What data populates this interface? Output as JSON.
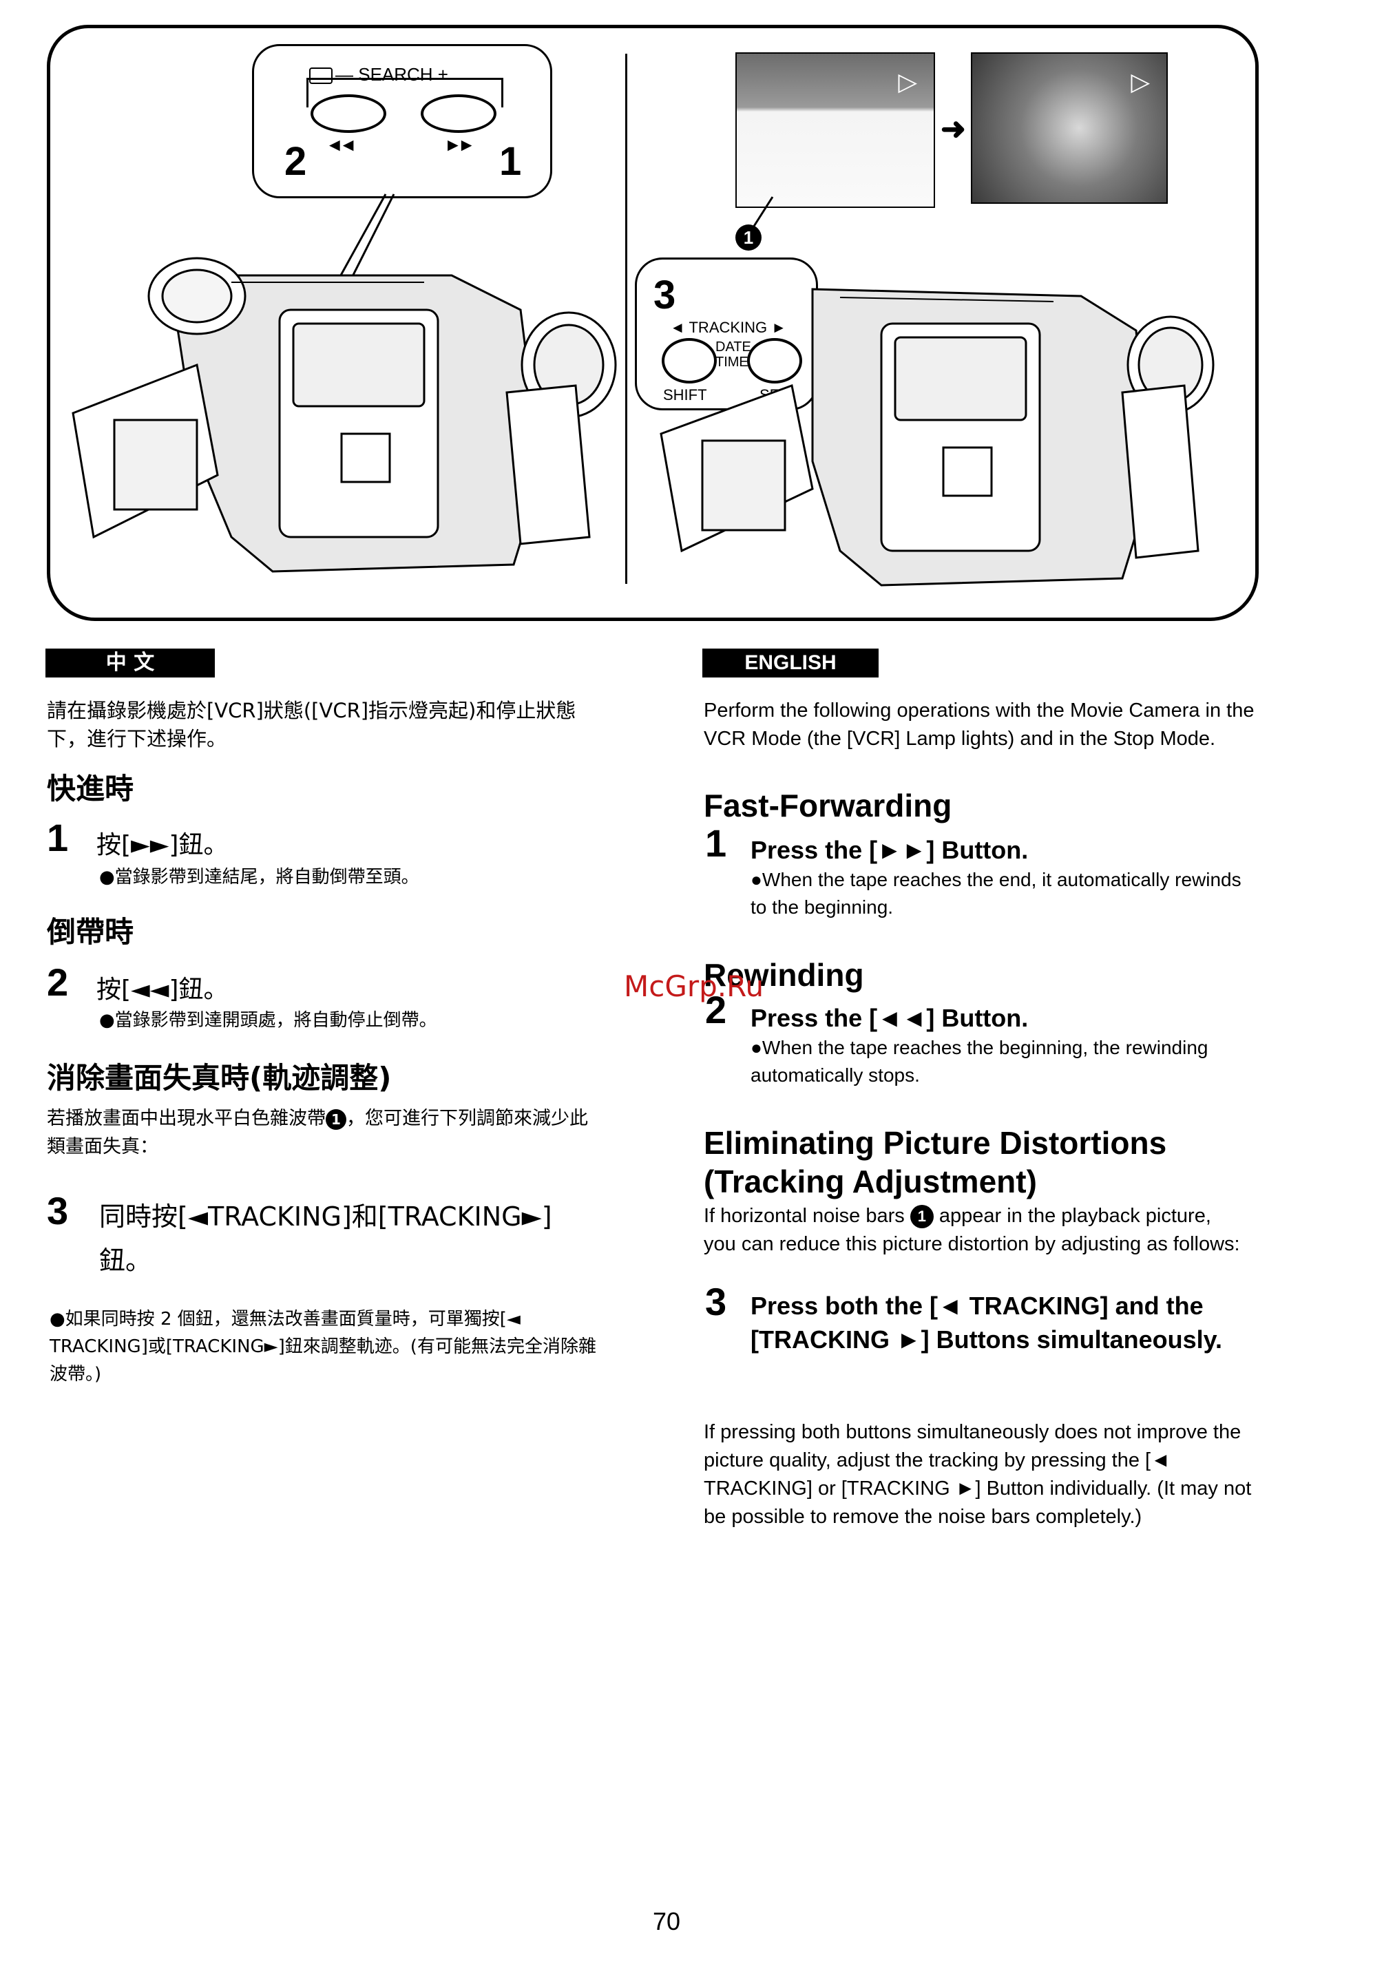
{
  "figure": {
    "left_callout": {
      "search_label": "— SEARCH +",
      "step_left": "2",
      "step_right": "1",
      "arrow_left": "◄◄",
      "arrow_right": "►►"
    },
    "right_callout": {
      "step": "3",
      "tracking_label": "◄ TRACKING ►",
      "date_time": "DATE\nTIME",
      "shift": "SHIFT",
      "set": "SET"
    },
    "marker": "1",
    "play_icon": "▷"
  },
  "chinese": {
    "banner": "中 文",
    "intro": "請在攝錄影機處於[VCR]狀態([VCR]指示燈亮起)和停止狀態下，進行下述操作。",
    "ff_heading": "快進時",
    "step1_num": "1",
    "step1_text": "按[►►]鈕。",
    "step1_bullet": "●當錄影帶到達結尾，將自動倒帶至頭。",
    "rw_heading": "倒帶時",
    "step2_num": "2",
    "step2_text": "按[◄◄]鈕。",
    "step2_bullet": "●當錄影帶到達開頭處，將自動停止倒帶。",
    "track_heading": "消除畫面失真時(軌迹調整)",
    "track_intro_a": "若播放畫面中出現水平白色雜波帶",
    "track_intro_b": "，您可進行下列調節來減少此類畫面失真：",
    "step3_num": "3",
    "step3_line1": "同時按[◄TRACKING]和[TRACKING►]",
    "step3_line2": "鈕。",
    "note": "●如果同時按 2 個鈕，還無法改善畫面質量時，可單獨按[◄ TRACKING]或[TRACKING►]鈕來調整軌迹。(有可能無法完全消除雜波帶。)"
  },
  "english": {
    "banner": "ENGLISH",
    "intro": "Perform the following operations with the Movie Camera in the VCR Mode (the [VCR] Lamp lights) and in the Stop Mode.",
    "ff_heading": "Fast-Forwarding",
    "step1_num": "1",
    "step1_text": "Press the [►►] Button.",
    "step1_bullet": "●When the tape reaches the end, it automatically rewinds to the beginning.",
    "rw_heading": "Rewinding",
    "step2_num": "2",
    "step2_text": "Press the [◄◄] Button.",
    "step2_bullet": "●When the tape reaches the beginning, the rewinding automatically stops.",
    "track_heading_1": "Eliminating Picture Distortions",
    "track_heading_2": "(Tracking Adjustment)",
    "track_intro_a": "If horizontal noise bars",
    "track_intro_b": "appear in the playback picture, you can reduce this picture distortion by adjusting as follows:",
    "step3_num": "3",
    "step3_text": "Press both the [◄ TRACKING] and the [TRACKING ►] Buttons simultaneously.",
    "note": "If pressing both buttons simultaneously does not improve the picture quality, adjust the tracking by pressing the [◄ TRACKING] or [TRACKING ►] Button individually. (It may not be possible to remove the noise bars completely.)"
  },
  "watermark": "McGrp.Ru",
  "page_number": "70"
}
